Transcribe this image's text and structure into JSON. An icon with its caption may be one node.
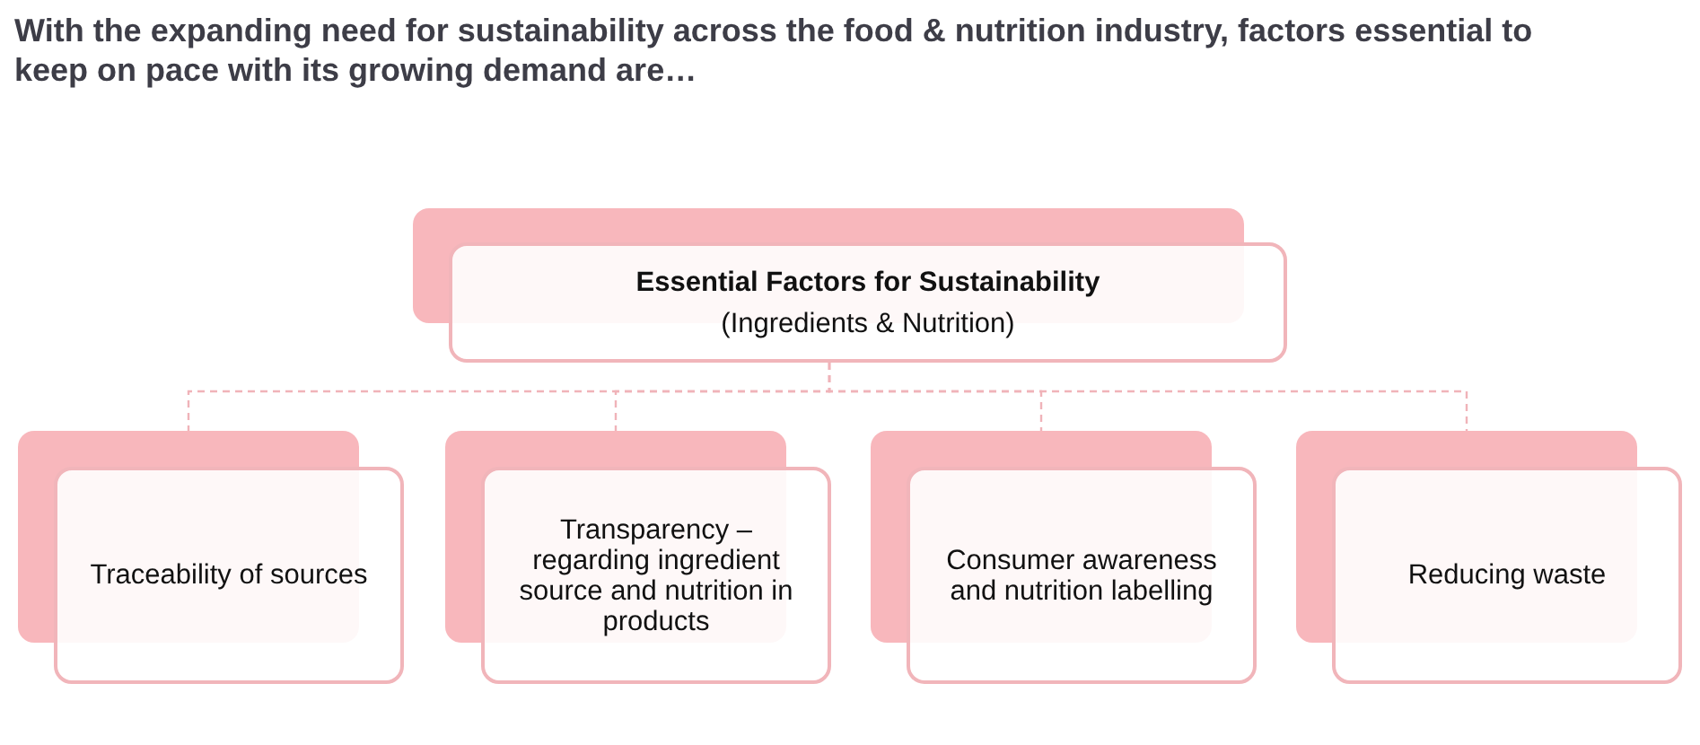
{
  "diagram": {
    "title": "With the expanding need for sustainability across the food & nutrition industry, factors essential to keep on pace with its growing demand are…",
    "nodes": [
      {
        "text": [
          "Essential Factors for Sustainability",
          "(Ingredients & Nutrition)"
        ]
      },
      {
        "text": [
          "Traceability of sources"
        ]
      },
      {
        "text": [
          "Transparency – regarding ingredient source and nutrition in products"
        ]
      },
      {
        "text": [
          "Consumer awareness and nutrition labelling"
        ]
      },
      {
        "text": [
          "Reducing waste"
        ]
      }
    ],
    "edges": [
      {
        "from": 0,
        "to": 1,
        "arrow": "none",
        "style": "dashed"
      },
      {
        "from": 0,
        "to": 2,
        "arrow": "none",
        "style": "dashed"
      },
      {
        "from": 0,
        "to": 3,
        "arrow": "none",
        "style": "dashed"
      },
      {
        "from": 0,
        "to": 4,
        "arrow": "none",
        "style": "dashed"
      }
    ]
  }
}
